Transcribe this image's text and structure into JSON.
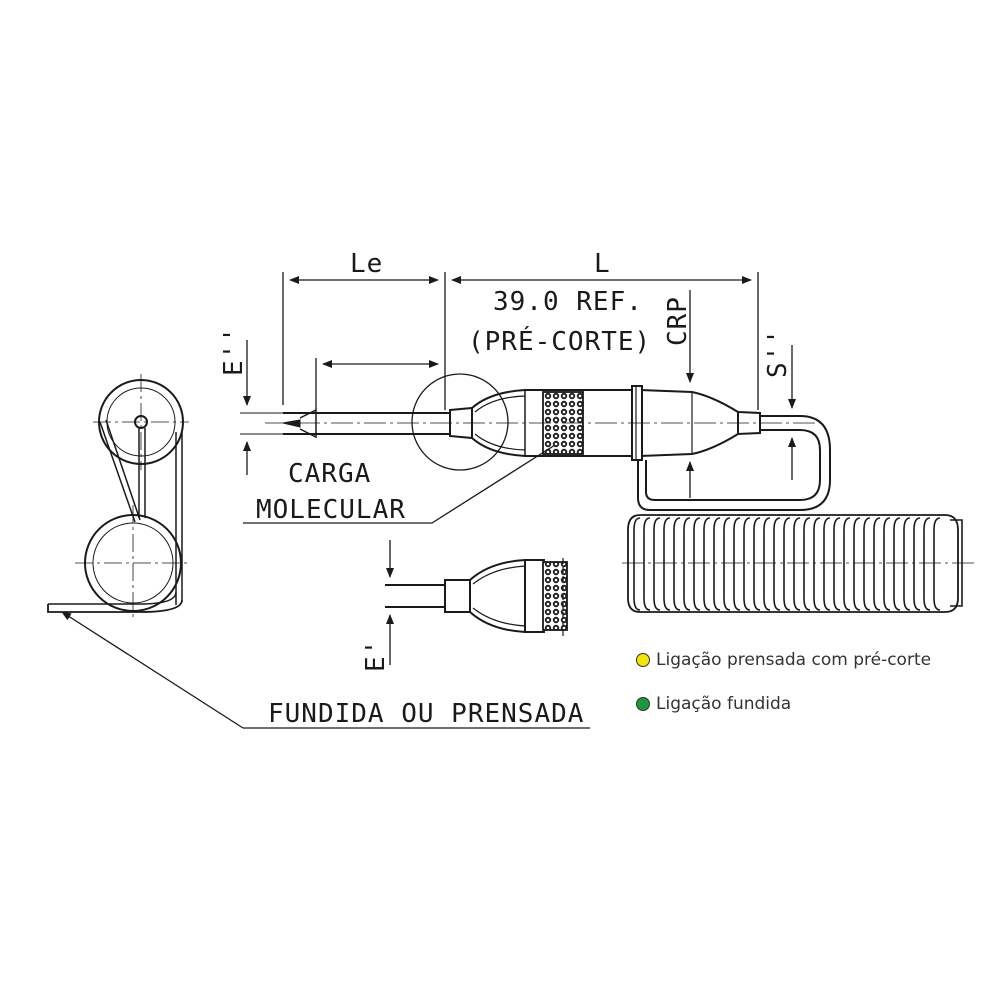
{
  "labels": {
    "le": "Le",
    "l": "L",
    "ref_line1": "39.0 REF.",
    "ref_line2": "(PRÉ-CORTE)",
    "crp": "CRP",
    "s2": "S''",
    "e2": "E''",
    "e1": "E'",
    "carga_line1": "CARGA",
    "carga_line2": "MOLECULAR",
    "fundida": "FUNDIDA OU PRENSADA"
  },
  "legend": [
    {
      "label": "Ligação prensada com pré-corte",
      "color": "#f2e600"
    },
    {
      "label": "Ligação fundida",
      "color": "#1a9a3c"
    }
  ]
}
